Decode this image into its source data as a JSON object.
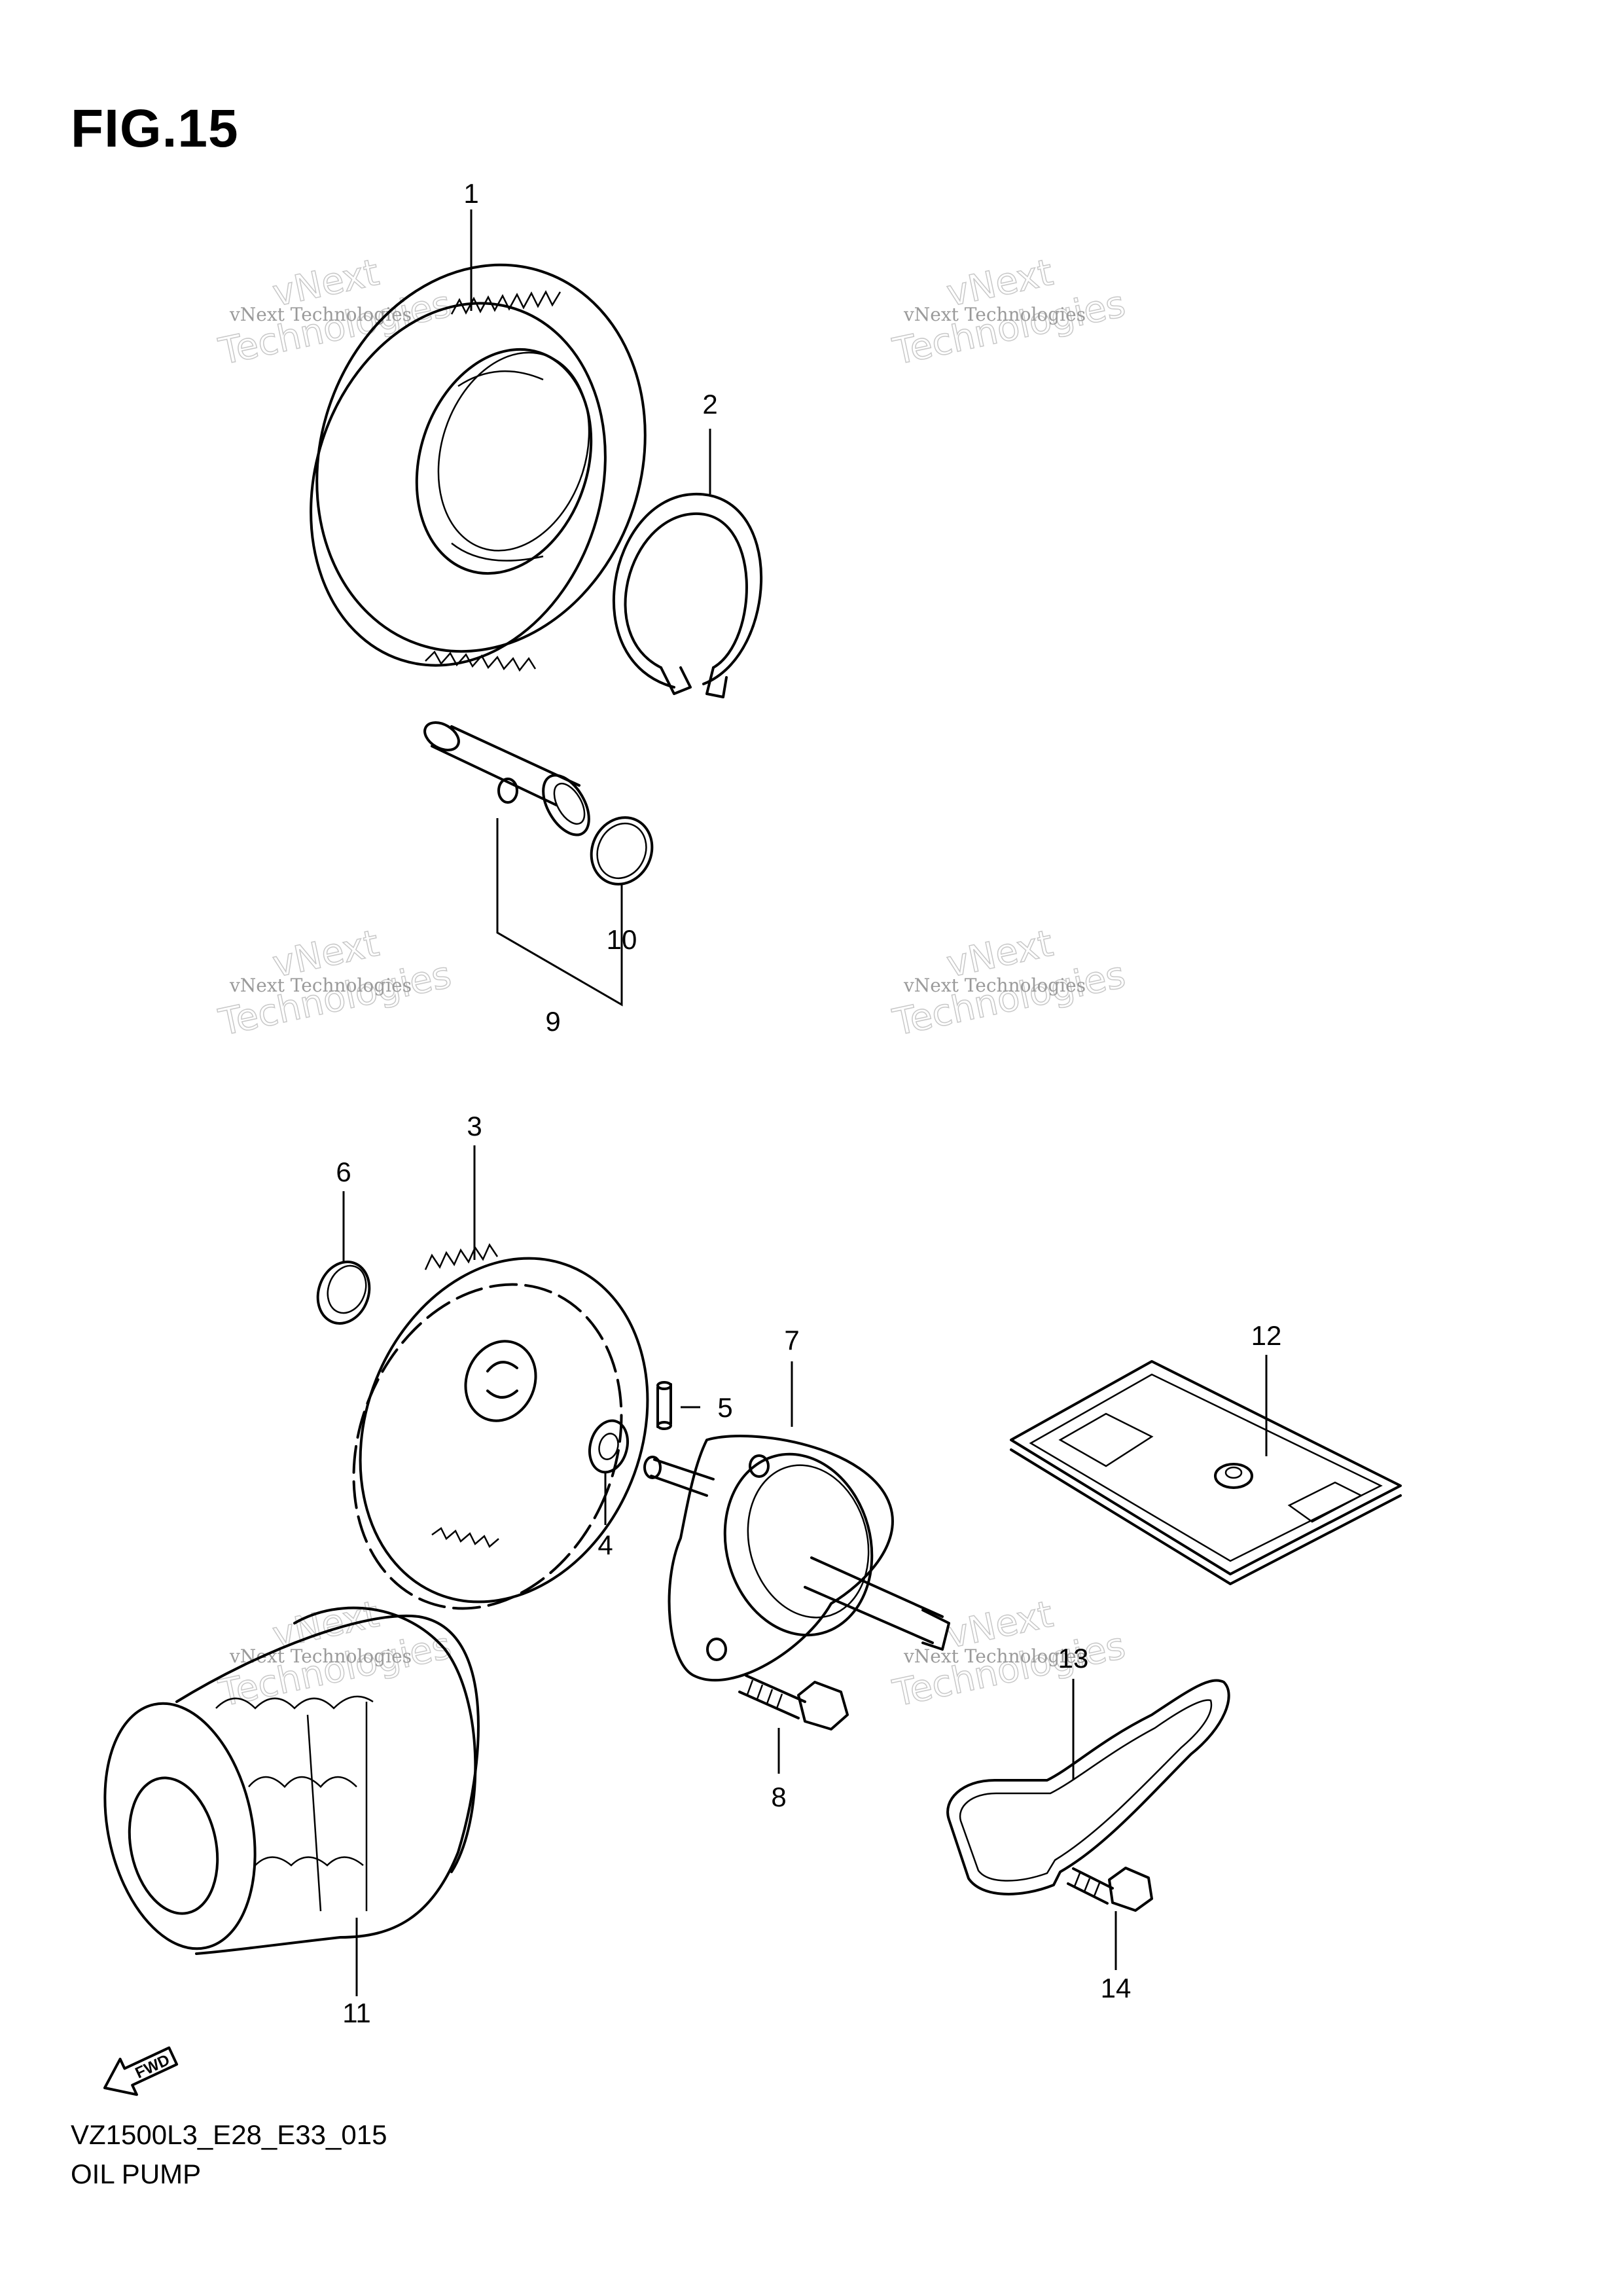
{
  "figure": {
    "title": "FIG.15",
    "model_code": "VZ1500L3_E28_E33_015",
    "name": "OIL PUMP"
  },
  "direction_label": "FWD",
  "watermark": {
    "small": "vNext Technologies",
    "line1": "vNext",
    "line2": "Technologies"
  },
  "callouts": [
    "1",
    "2",
    "3",
    "4",
    "5",
    "6",
    "7",
    "8",
    "9",
    "10",
    "11",
    "12",
    "13",
    "14"
  ]
}
